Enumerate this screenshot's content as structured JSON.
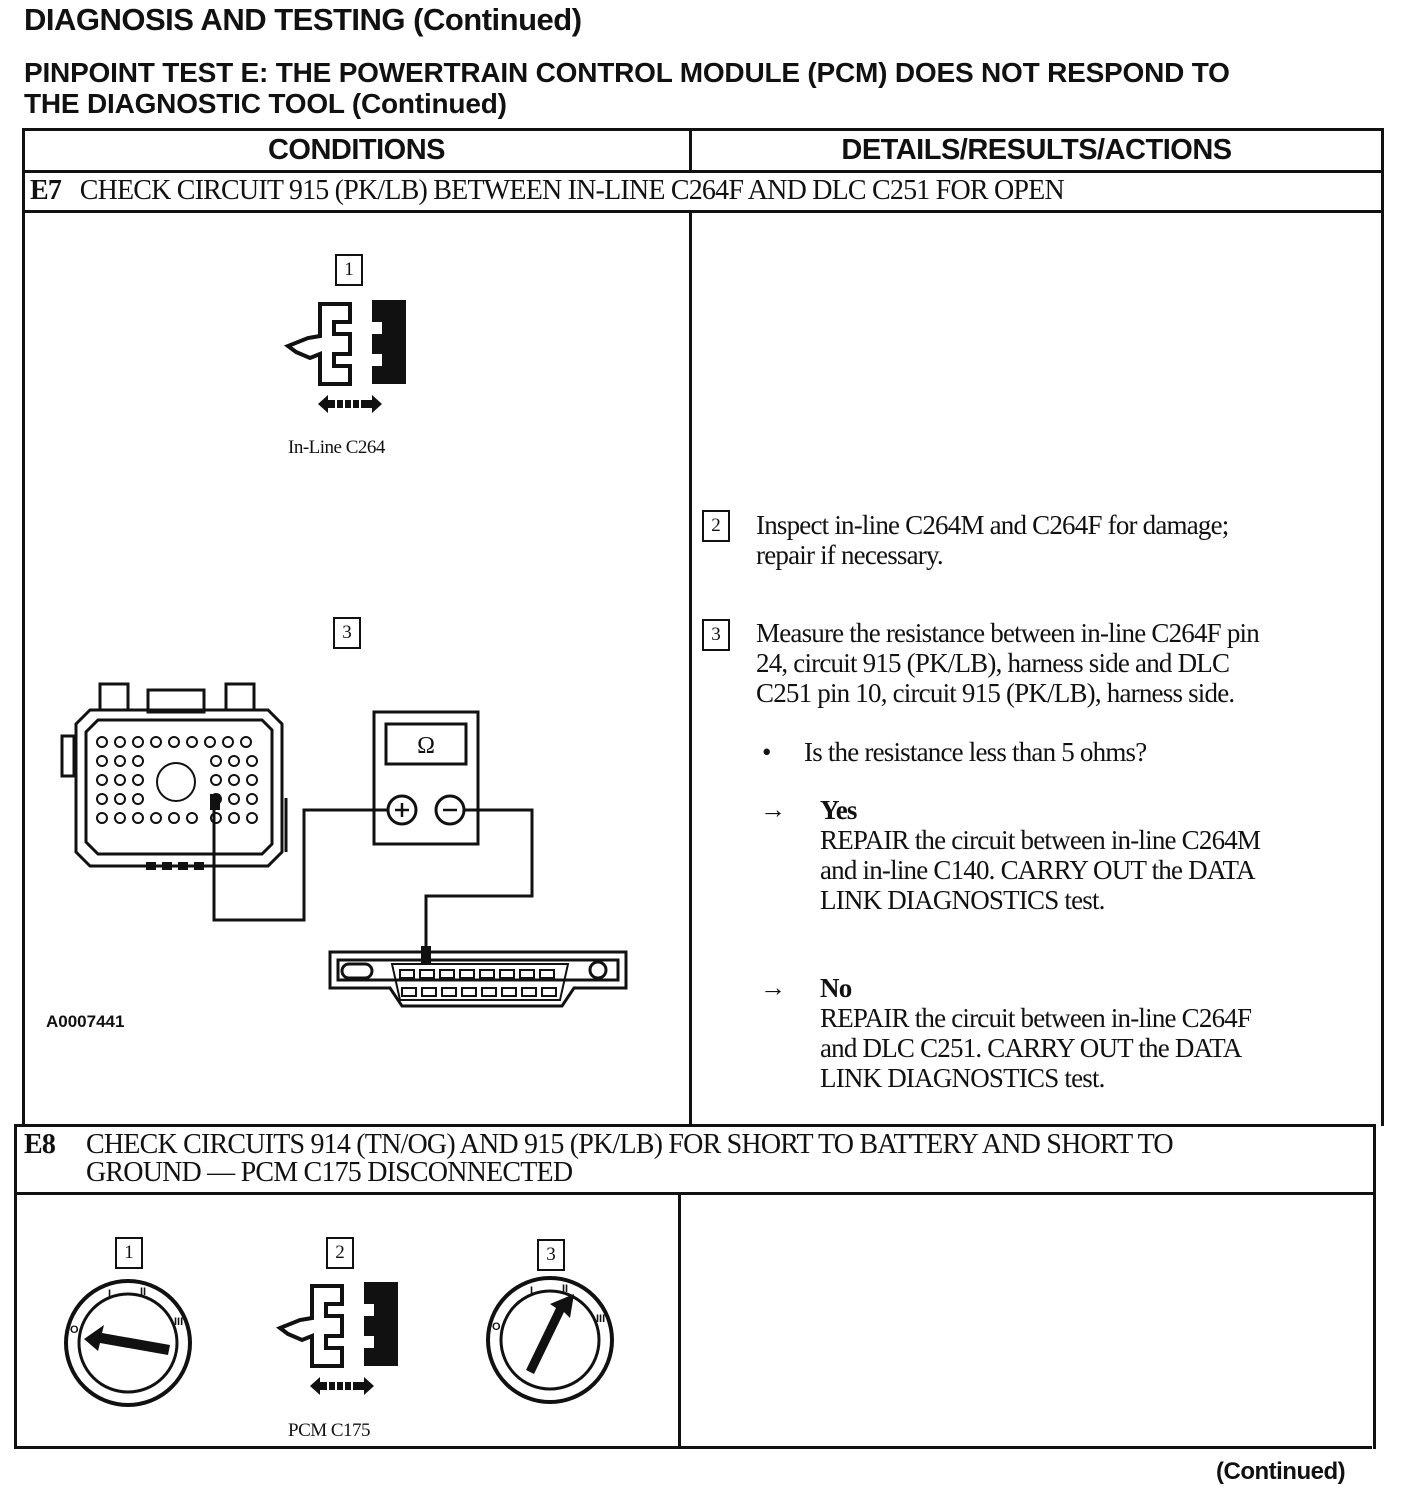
{
  "header": {
    "title": "DIAGNOSIS AND TESTING (Continued)",
    "test_title_line1": "PINPOINT TEST E: THE POWERTRAIN CONTROL MODULE (PCM) DOES NOT RESPOND TO",
    "test_title_line2": "THE DIAGNOSTIC TOOL (Continued)"
  },
  "table": {
    "col_conditions": "CONDITIONS",
    "col_details": "DETAILS/RESULTS/ACTIONS"
  },
  "step_e7": {
    "id": "E7",
    "title": "CHECK CIRCUIT 915 (PK/LB) BETWEEN IN-LINE C264F AND DLC C251 FOR OPEN",
    "fig_step1": "1",
    "fig_step3": "3",
    "connector_caption": "In-Line C264",
    "ohm_symbol": "Ω",
    "figure_id": "A0007441",
    "action2_num": "2",
    "action2_line1": "Inspect in-line C264M and C264F for damage;",
    "action2_line2": "repair if necessary.",
    "action3_num": "3",
    "action3_line1": "Measure the resistance between in-line C264F pin",
    "action3_line2": "24, circuit 915 (PK/LB), harness side and DLC",
    "action3_line3": "C251 pin 10, circuit 915 (PK/LB), harness side.",
    "question": "Is the resistance less than 5 ohms?",
    "yes_label": "Yes",
    "yes_line1": "REPAIR the circuit between in-line C264M",
    "yes_line2": "and in-line C140. CARRY OUT the DATA",
    "yes_line3": "LINK DIAGNOSTICS test.",
    "no_label": "No",
    "no_line1": "REPAIR the circuit between in-line C264F",
    "no_line2": "and DLC C251. CARRY OUT the DATA",
    "no_line3": "LINK DIAGNOSTICS test."
  },
  "step_e8": {
    "id": "E8",
    "title_line1": "CHECK CIRCUITS 914 (TN/OG) AND 915 (PK/LB) FOR SHORT TO BATTERY AND SHORT TO",
    "title_line2": "GROUND — PCM C175 DISCONNECTED",
    "fig1": "1",
    "fig2": "2",
    "fig3": "3",
    "connector_caption": "PCM C175"
  },
  "footer": {
    "continued": "(Continued)"
  }
}
